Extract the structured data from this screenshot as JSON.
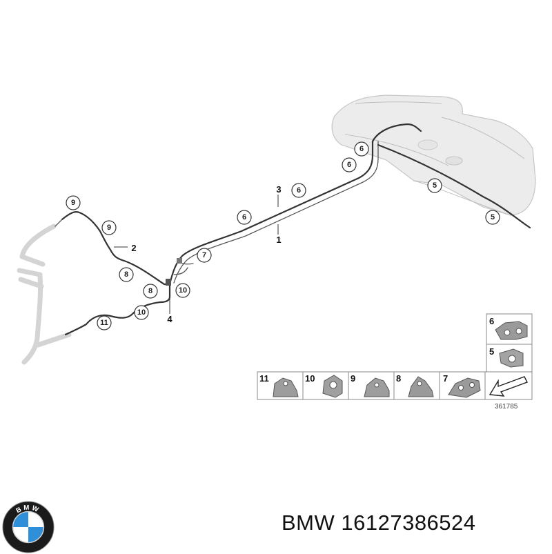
{
  "diagram": {
    "callouts": [
      {
        "id": "c9a",
        "label": "9"
      },
      {
        "id": "c9b",
        "label": "9"
      },
      {
        "id": "c8a",
        "label": "8"
      },
      {
        "id": "c8b",
        "label": "8"
      },
      {
        "id": "c7",
        "label": "7"
      },
      {
        "id": "c10a",
        "label": "10"
      },
      {
        "id": "c10b",
        "label": "10"
      },
      {
        "id": "c11",
        "label": "11"
      },
      {
        "id": "c6a",
        "label": "6"
      },
      {
        "id": "c6b",
        "label": "6"
      },
      {
        "id": "c6c",
        "label": "6"
      },
      {
        "id": "c6d",
        "label": "6"
      },
      {
        "id": "c5a",
        "label": "5"
      },
      {
        "id": "c5b",
        "label": "5"
      }
    ],
    "part_labels": [
      {
        "id": "p1",
        "label": "1"
      },
      {
        "id": "p2",
        "label": "2"
      },
      {
        "id": "p3",
        "label": "3"
      },
      {
        "id": "p4",
        "label": "4"
      }
    ],
    "thumbnails_top": [
      {
        "num": "6",
        "icon": "hose-clip-double-icon"
      },
      {
        "num": "5",
        "icon": "hose-clip-single-icon"
      }
    ],
    "thumbnails_bottom": [
      {
        "num": "11",
        "icon": "holder-clip-icon"
      },
      {
        "num": "10",
        "icon": "clamp-icon"
      },
      {
        "num": "9",
        "icon": "holder-clip-icon"
      },
      {
        "num": "8",
        "icon": "bracket-clip-icon"
      },
      {
        "num": "7",
        "icon": "hose-clip-double-icon"
      },
      {
        "num": "",
        "icon": "direction-arrow-icon"
      }
    ],
    "drawing_number": "361785"
  },
  "brand": {
    "caption": "BMW 16127386524",
    "logo_letters": "BMW",
    "logo_colors": {
      "ring": "#1b1b1b",
      "blue": "#2f8fd8",
      "white": "#ffffff"
    }
  }
}
